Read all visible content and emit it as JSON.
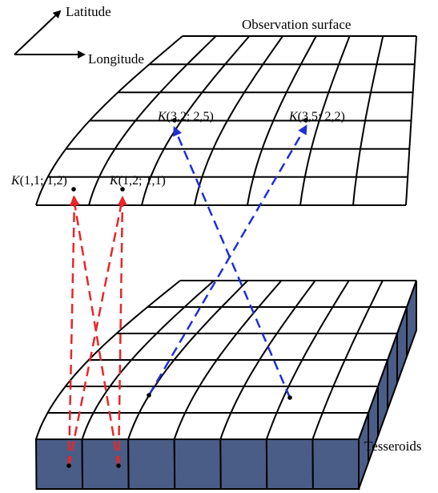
{
  "axes": {
    "latitude": "Latitude",
    "longitude": "Longitude"
  },
  "observation_surface": {
    "title": "Observation surface",
    "points": [
      {
        "prefix": "K",
        "args": "(1,1; 1,2)"
      },
      {
        "prefix": "K",
        "args": "(1,2; 1,1)"
      },
      {
        "prefix": "K",
        "args": "(3,2; 2,5)"
      },
      {
        "prefix": "K",
        "args": "(3,5; 2,2)"
      }
    ]
  },
  "tesseroids": {
    "title": "Tesseroids"
  },
  "colors": {
    "grid_line": "#000000",
    "tesseroid_side": "#4a5d86",
    "red_arrow": "#e8262a",
    "blue_arrow": "#1f2fd6"
  }
}
